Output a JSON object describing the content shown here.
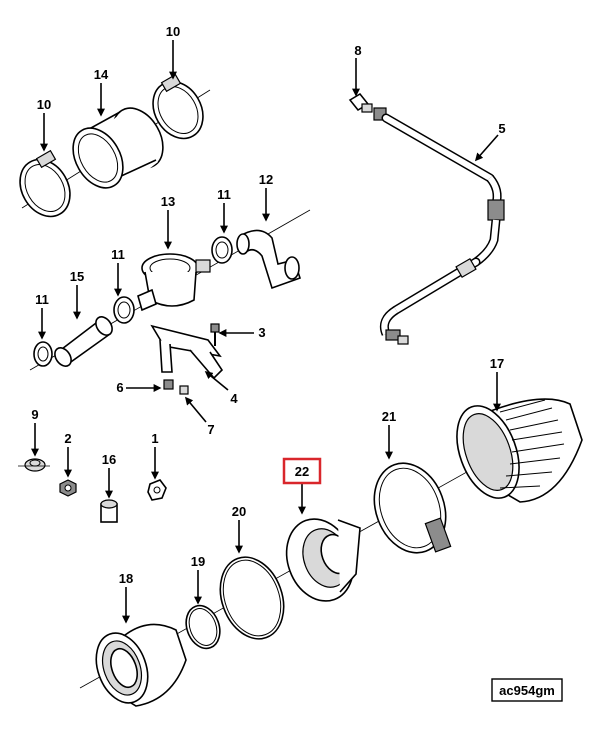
{
  "figure_id": "ac954gm",
  "highlight_color": "#d9262b",
  "highlighted_callout": "22",
  "callouts": {
    "c10a": "10",
    "c10b": "10",
    "c14": "14",
    "c8": "8",
    "c5": "5",
    "c13": "13",
    "c11a": "11",
    "c12": "12",
    "c11b": "11",
    "c15": "15",
    "c11c": "11",
    "c3": "3",
    "c6": "6",
    "c4": "4",
    "c7": "7",
    "c17": "17",
    "c9": "9",
    "c2": "2",
    "c16": "16",
    "c1": "1",
    "c21": "21",
    "c22": "22",
    "c20": "20",
    "c19": "19",
    "c18": "18"
  }
}
